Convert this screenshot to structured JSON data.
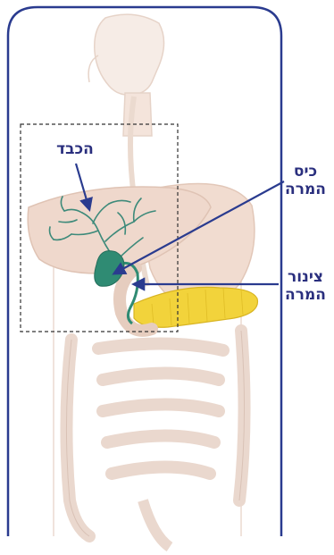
{
  "labels": {
    "liver": "הכבד",
    "gallbladder": [
      "כיס",
      "המרה"
    ],
    "bile_duct": [
      "צינור",
      "המרה"
    ]
  },
  "colors": {
    "frame": "#2a3b8f",
    "label_text": "#2a2f7e",
    "arrow": "#2a3b8f",
    "body_outline": "#e4cfc3",
    "body_fill": "#f6ebe4",
    "organ_fill": "#efd8cc",
    "liver_vessels": "#3d8a7a",
    "gallbladder": "#2f8b73",
    "pancreas": "#f2d33b"
  },
  "icons": [
    "body-silhouette",
    "liver-vessels",
    "gallbladder",
    "pancreas",
    "intestines"
  ]
}
